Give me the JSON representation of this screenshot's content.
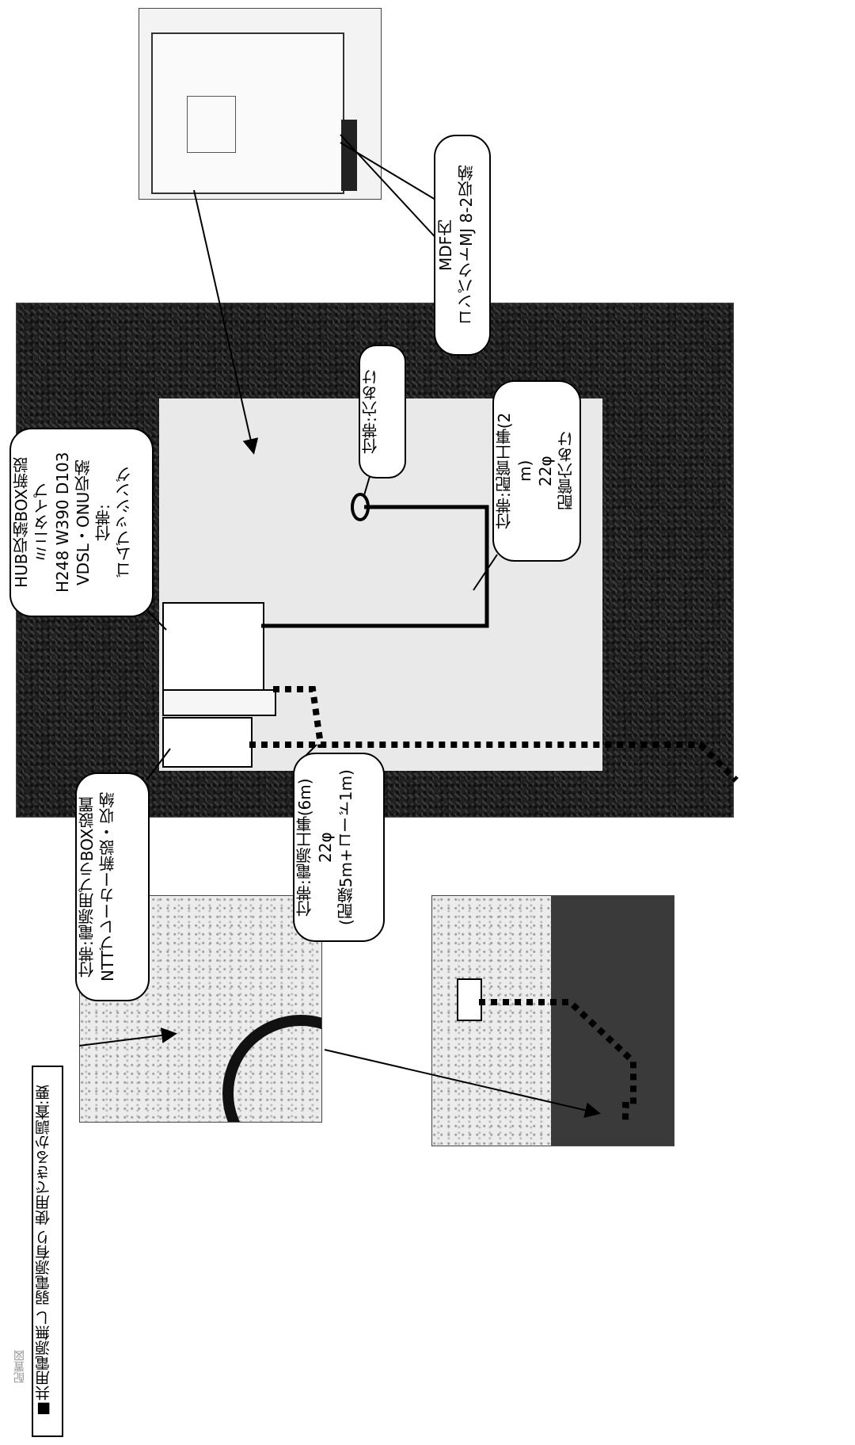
{
  "header": {
    "marker": "■",
    "note_text": "共用電源無し 弱電源有り 使用できるか調査:要",
    "faint_label": "配置図"
  },
  "callouts": {
    "mdf": {
      "lines": [
        "MDF内",
        "コンパクトMJ 8-2収納"
      ]
    },
    "hub_box": {
      "lines": [
        "HUB収納BOX新設",
        "ミニタイプ",
        "H248 W390 D103",
        "VDSL・ONU収納",
        "付帯:",
        "ゴムブッシング"
      ]
    },
    "hole": {
      "lines": [
        "付帯:穴あけ"
      ]
    },
    "piping": {
      "lines": [
        "付帯:配管工事(2",
        "m)",
        "22φ",
        "配管穴あけ"
      ]
    },
    "power_box": {
      "lines": [
        "付帯:電源用プラBOX設置",
        "NTTブレーカー新設・収納"
      ]
    },
    "power_work": {
      "lines": [
        "付帯:電源工事(6m)",
        "22φ",
        "(配線5m+コード1m)"
      ]
    }
  },
  "colors": {
    "line": "#000000",
    "photo_dark": "#1f1f1f",
    "photo_light": "#ececec"
  }
}
